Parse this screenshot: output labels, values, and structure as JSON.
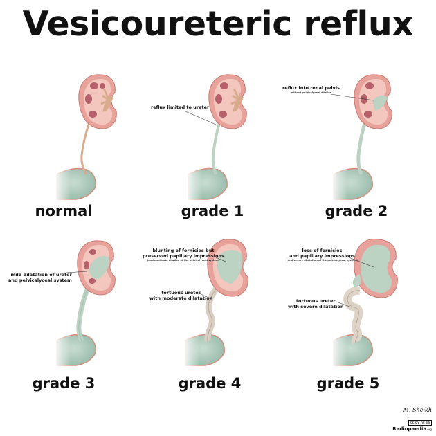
{
  "title": "Vesicoureteric reflux",
  "panels": [
    {
      "id": "normal",
      "label": "normal",
      "annotations": []
    },
    {
      "id": "grade1",
      "label": "grade 1",
      "annotations": [
        {
          "text": "reflux limited to ureter",
          "sub": ""
        }
      ]
    },
    {
      "id": "grade2",
      "label": "grade 2",
      "annotations": [
        {
          "text": "reflux into renal pelvis",
          "sub": "without pelvicalyceal dilation"
        }
      ]
    },
    {
      "id": "grade3",
      "label": "grade 3",
      "annotations": [
        {
          "text": "mild dilatation of ureter\nand pelvicalyceal system",
          "sub": ""
        }
      ]
    },
    {
      "id": "grade4",
      "label": "grade 4",
      "annotations": [
        {
          "text": "blunting of fornicies but\npreserved papillary impressions",
          "sub": "(and moderate dilation of the pelvicalyceal system)"
        },
        {
          "text": "tortuous ureter\nwith moderate dilatation",
          "sub": ""
        }
      ]
    },
    {
      "id": "grade5",
      "label": "grade 5",
      "annotations": [
        {
          "text": "loss of fornicies\nand papillary impressions",
          "sub": "(and severe dilatation of the pelvicalyceal system)"
        },
        {
          "text": "tortuous ureter\nwith severe dilatation",
          "sub": ""
        }
      ]
    }
  ],
  "credit": {
    "signature": "M. Sheikh",
    "license": "cc by nc sa",
    "site": "Radiopaedia",
    "site_suffix": ".org"
  },
  "colors": {
    "kidney_outer": "#e7a39b",
    "kidney_cortex": "#f3c7bd",
    "pyramid": "#b5606a",
    "normal_ureter": "#d8ab8d",
    "reflux": "#bcd2c3",
    "bladder": "#a7c5b6",
    "bladder_edge": "#d48f7e"
  }
}
